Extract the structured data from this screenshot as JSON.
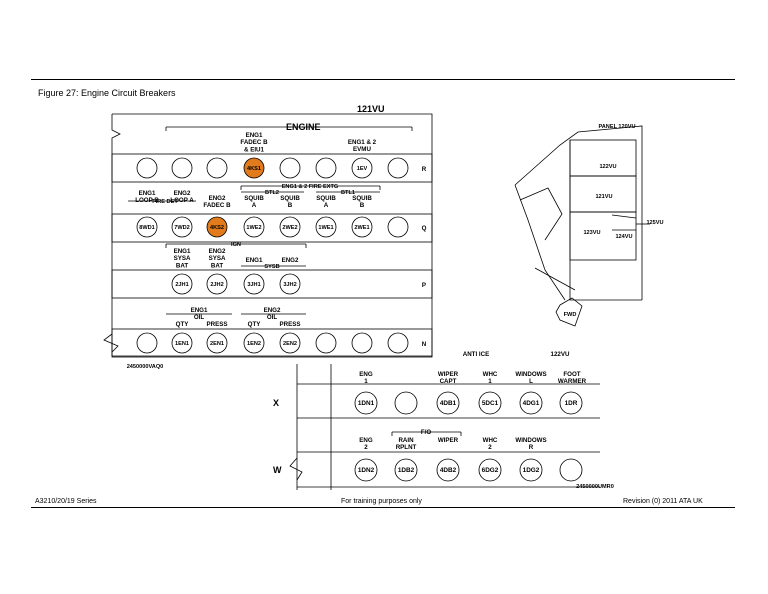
{
  "figure_caption": "Figure 27: Engine Circuit Breakers",
  "footer": {
    "left": "A3210/20/19 Series",
    "center": "For training purposes only",
    "right": "Revision (0) 2011 ATA UK"
  },
  "panel_121": {
    "title": "121VU",
    "engine_group": "ENGINE",
    "row_r": {
      "id": "R",
      "label_eng1_fadec": "ENG1\nFADEC B\n& EIU1",
      "label_eng12_evmu": "ENG1 & 2\nEVMU",
      "breakers": [
        "",
        "",
        "",
        "4KS1",
        "",
        "",
        "1EV",
        ""
      ]
    },
    "row_q": {
      "id": "Q",
      "fire_ext_group": "ENG1 & 2 FIRE EXTG",
      "btl2_group": "BTL2",
      "btl1_group": "BTL1",
      "fire_det_group": "FIRE DET",
      "labels": [
        "ENG1\nLOOP B",
        "ENG2\nLOOP A",
        "ENG2\nFADEC B",
        "SQUIB\nA",
        "SQUIB\nB",
        "SQUIB\nA",
        "SQUIB\nB"
      ],
      "breakers": [
        "8WD1",
        "7WD2",
        "4KS2",
        "1WE2",
        "2WE2",
        "1WE1",
        "2WE1",
        ""
      ]
    },
    "row_p": {
      "id": "P",
      "ign_group": "IGN",
      "sysb_group": "SYSB",
      "labels": [
        "ENG1\nSYSA\nBAT",
        "ENG2\nSYSA\nBAT",
        "ENG1",
        "ENG2"
      ],
      "breakers": [
        "2JH1",
        "2JH2",
        "3JH1",
        "3JH2"
      ]
    },
    "row_n": {
      "id": "N",
      "eng1_oil": "ENG1\nOIL",
      "eng2_oil": "ENG2\nOIL",
      "labels": [
        "QTY",
        "PRESS",
        "QTY",
        "PRESS"
      ],
      "breakers": [
        "",
        "1EN1",
        "2EN1",
        "1EN2",
        "2EN2",
        "",
        "",
        ""
      ]
    },
    "reference": "2450000VAQ0",
    "highlight_color": "#e27b1c"
  },
  "cockpit_view": {
    "panel_120": "PANEL 120VU",
    "panel_122": "122VU",
    "panel_121": "121VU",
    "panel_123": "123VU",
    "panel_124": "124VU",
    "panel_125": "125VU",
    "fwd": "FWD"
  },
  "panel_122": {
    "anti_ice": "ANTI ICE",
    "title": "122VU",
    "row_x": {
      "id": "X",
      "labels": [
        "ENG\n1",
        "WIPER\nCAPT",
        "WHC\n1",
        "WINDOWS\nL",
        "FOOT\nWARMER"
      ],
      "breakers": [
        "1DN1",
        "",
        "4DB1",
        "5DC1",
        "4DG1",
        "1DR"
      ]
    },
    "row_w": {
      "id": "W",
      "fo_group": "F/O",
      "labels": [
        "ENG\n2",
        "RAIN\nRPLNT",
        "WIPER",
        "WHC\n2",
        "WINDOWS\nR"
      ],
      "breakers": [
        "1DN2",
        "1DB2",
        "4DB2",
        "6DG2",
        "1DG2",
        ""
      ]
    },
    "reference": "2450000UMR0"
  }
}
